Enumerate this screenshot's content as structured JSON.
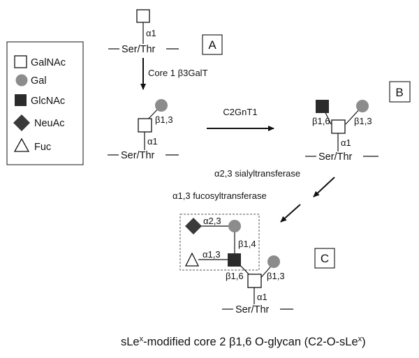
{
  "legend": {
    "items": [
      {
        "label": "GalNAc",
        "icon": "galnac-square-icon"
      },
      {
        "label": "Gal",
        "icon": "gal-circle-icon"
      },
      {
        "label": "GlcNAc",
        "icon": "glcnac-square-icon"
      },
      {
        "label": "NeuAc",
        "icon": "neuac-diamond-icon"
      },
      {
        "label": "Fuc",
        "icon": "fuc-triangle-icon"
      }
    ]
  },
  "colors": {
    "gal": "#8c8c8c",
    "glcnac": "#2b2b2b",
    "neuac": "#3a3a3a",
    "line": "#111111"
  },
  "panels": {
    "a": "A",
    "b": "B",
    "c": "C"
  },
  "common": {
    "ser_thr": "Ser/Thr",
    "alpha1": "α1",
    "beta13": "β1,3",
    "beta16": "β1,6",
    "beta14": "β1,4",
    "alpha23": "α2,3",
    "alpha13": "α1,3"
  },
  "enzymes": {
    "core1": "Core 1 β3GalT",
    "c2gnt1": "C2GnT1",
    "sialyl": "α2,3 sialyltransferase",
    "fucosyl": "α1,3 fucosyltransferase"
  },
  "caption": {
    "pre": "sLe",
    "sup1": "x",
    "mid": "-modified core 2 β1,6 O-glycan (C2-O-sLe",
    "sup2": "x",
    "post": ")"
  }
}
